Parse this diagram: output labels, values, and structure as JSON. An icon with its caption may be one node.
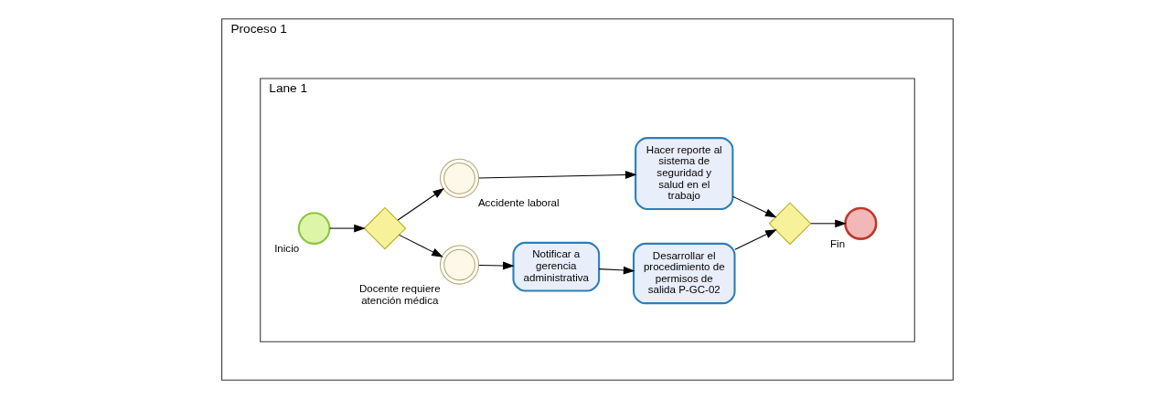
{
  "diagram": {
    "nodes": [
      {
        "text": [
          "Proceso 1"
        ]
      },
      {
        "text": [
          "Lane 1"
        ],
        "in": 0
      },
      {
        "text": [],
        "shape": "circle",
        "beside": [
          "Inicio"
        ],
        "in": 1
      },
      {
        "text": [],
        "shape": "diamond",
        "in": 1
      },
      {
        "text": [],
        "shape": "circle",
        "beside": [
          "Docente requiere atención médica"
        ],
        "in": 1
      },
      {
        "text": [
          "Notificar a gerencia administrativa"
        ],
        "in": 1
      },
      {
        "text": [
          "Desarrollar el procedimiento de permisos de salida P-GC-02"
        ],
        "in": 1
      },
      {
        "text": [],
        "shape": "diamond",
        "in": 1
      },
      {
        "text": [],
        "shape": "circle",
        "beside": [
          "Fin"
        ],
        "in": 1
      },
      {
        "text": [],
        "shape": "circle",
        "beside": [
          "Accidente laboral"
        ],
        "in": 1
      },
      {
        "text": [
          "Hacer reporte al sistema de seguridad y salud en el trabajo"
        ],
        "in": 1
      }
    ],
    "edges": [
      {
        "from": 2,
        "to": 3,
        "arrow": "to"
      },
      {
        "from": 3,
        "to": 4,
        "arrow": "to"
      },
      {
        "from": 4,
        "to": 5,
        "arrow": "to"
      },
      {
        "from": 5,
        "to": 6,
        "arrow": "to"
      },
      {
        "from": 6,
        "to": 7,
        "arrow": "to"
      },
      {
        "from": 7,
        "to": 8,
        "arrow": "to"
      },
      {
        "from": 3,
        "to": 9,
        "arrow": "to"
      },
      {
        "from": 9,
        "to": 10,
        "arrow": "to"
      },
      {
        "from": 10,
        "to": 7,
        "arrow": "to"
      }
    ]
  }
}
